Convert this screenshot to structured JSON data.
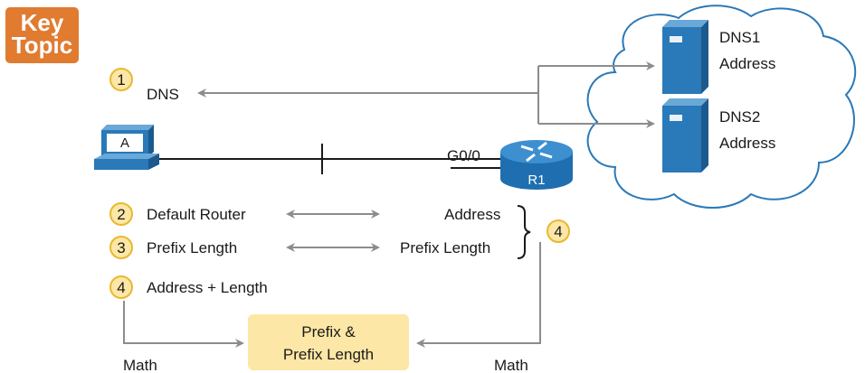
{
  "key_topic": {
    "line1": "Key",
    "line2": "Topic"
  },
  "steps": [
    {
      "num": "1",
      "label": "DNS"
    },
    {
      "num": "2",
      "label": "Default Router"
    },
    {
      "num": "3",
      "label": "Prefix Length"
    },
    {
      "num": "4",
      "label": "Address + Length"
    }
  ],
  "right_labels": {
    "address": "Address",
    "prefix_length": "Prefix Length",
    "step_num": "4"
  },
  "pc": {
    "label": "A"
  },
  "router": {
    "label": "R1",
    "interface": "G0/0"
  },
  "dns_servers": [
    {
      "line1": "DNS1",
      "line2": "Address"
    },
    {
      "line1": "DNS2",
      "line2": "Address"
    }
  ],
  "result_box": {
    "line1": "Prefix &",
    "line2": "Prefix Length"
  },
  "math_labels": {
    "left": "Math",
    "right": "Math"
  },
  "colors": {
    "badge": "#fde7a6",
    "badge_border": "#e8b830",
    "router": "#1f6fb0",
    "server": "#2a79b8",
    "arrow": "#8c8c8c",
    "key_topic": "#e07b30"
  }
}
